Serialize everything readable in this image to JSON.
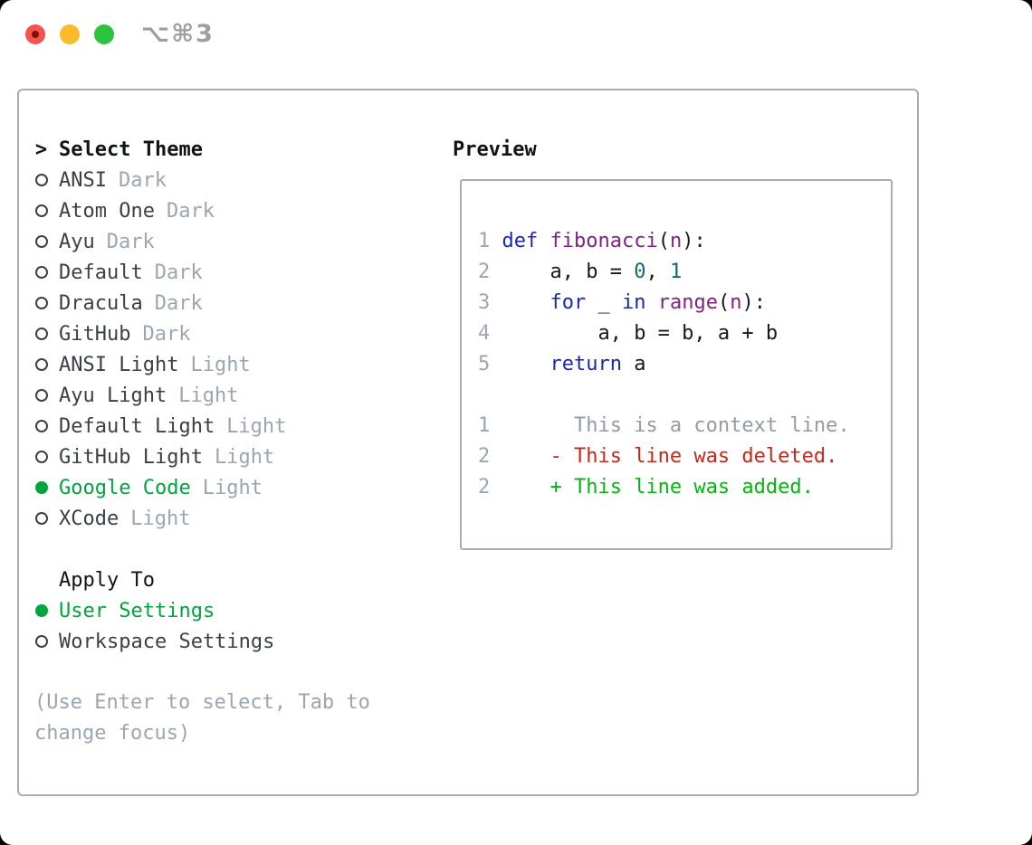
{
  "window": {
    "title": "⌥⌘3"
  },
  "theme_selector": {
    "prompt": ">",
    "heading": "Select Theme",
    "items": [
      {
        "name": "ANSI",
        "tag": "Dark",
        "selected": false
      },
      {
        "name": "Atom One",
        "tag": "Dark",
        "selected": false
      },
      {
        "name": "Ayu",
        "tag": "Dark",
        "selected": false
      },
      {
        "name": "Default",
        "tag": "Dark",
        "selected": false
      },
      {
        "name": "Dracula",
        "tag": "Dark",
        "selected": false
      },
      {
        "name": "GitHub",
        "tag": "Dark",
        "selected": false
      },
      {
        "name": "ANSI Light",
        "tag": "Light",
        "selected": false
      },
      {
        "name": "Ayu Light",
        "tag": "Light",
        "selected": false
      },
      {
        "name": "Default Light",
        "tag": "Light",
        "selected": false
      },
      {
        "name": "GitHub Light",
        "tag": "Light",
        "selected": false
      },
      {
        "name": "Google Code",
        "tag": "Light",
        "selected": true
      },
      {
        "name": "XCode",
        "tag": "Light",
        "selected": false
      }
    ]
  },
  "apply_to": {
    "heading": "Apply To",
    "items": [
      {
        "name": "User Settings",
        "selected": true
      },
      {
        "name": "Workspace Settings",
        "selected": false
      }
    ]
  },
  "hint": "(Use Enter to select, Tab to\nchange focus)",
  "preview": {
    "heading": "Preview",
    "code_lines": [
      {
        "num": "1",
        "segments": [
          {
            "t": "def",
            "c": "keyword"
          },
          {
            "t": " ",
            "c": "plain"
          },
          {
            "t": "fibonacci",
            "c": "title"
          },
          {
            "t": "(",
            "c": "plain"
          },
          {
            "t": "n",
            "c": "title"
          },
          {
            "t": "):",
            "c": "plain"
          }
        ]
      },
      {
        "num": "2",
        "segments": [
          {
            "t": "    a, b = ",
            "c": "plain"
          },
          {
            "t": "0",
            "c": "number"
          },
          {
            "t": ", ",
            "c": "plain"
          },
          {
            "t": "1",
            "c": "number"
          }
        ]
      },
      {
        "num": "3",
        "segments": [
          {
            "t": "    ",
            "c": "plain"
          },
          {
            "t": "for",
            "c": "keyword"
          },
          {
            "t": " _ ",
            "c": "plain"
          },
          {
            "t": "in",
            "c": "keyword"
          },
          {
            "t": " ",
            "c": "plain"
          },
          {
            "t": "range",
            "c": "title"
          },
          {
            "t": "(",
            "c": "plain"
          },
          {
            "t": "n",
            "c": "title"
          },
          {
            "t": "):",
            "c": "plain"
          }
        ]
      },
      {
        "num": "4",
        "segments": [
          {
            "t": "        a, b = b, a + b",
            "c": "plain"
          }
        ]
      },
      {
        "num": "5",
        "segments": [
          {
            "t": "    ",
            "c": "plain"
          },
          {
            "t": "return",
            "c": "keyword"
          },
          {
            "t": " a",
            "c": "plain"
          }
        ]
      }
    ],
    "diff_lines": [
      {
        "num": "1",
        "segments": [
          {
            "t": "      This is a context line.",
            "c": "context"
          }
        ]
      },
      {
        "num": "2",
        "segments": [
          {
            "t": "    - This line was deleted.",
            "c": "deleted"
          }
        ]
      },
      {
        "num": "2",
        "segments": [
          {
            "t": "    + This line was added.",
            "c": "added"
          }
        ]
      }
    ]
  },
  "colors": {
    "accent_green": "#00a53e",
    "keyword_blue": "#1c27b0",
    "function_purple": "#7e2382",
    "number_teal": "#0b6e6e",
    "diff_deleted_red": "#c8271a",
    "diff_added_green": "#06b50f",
    "muted_gray": "#9ba6b2",
    "border_gray": "#a4adb8"
  }
}
